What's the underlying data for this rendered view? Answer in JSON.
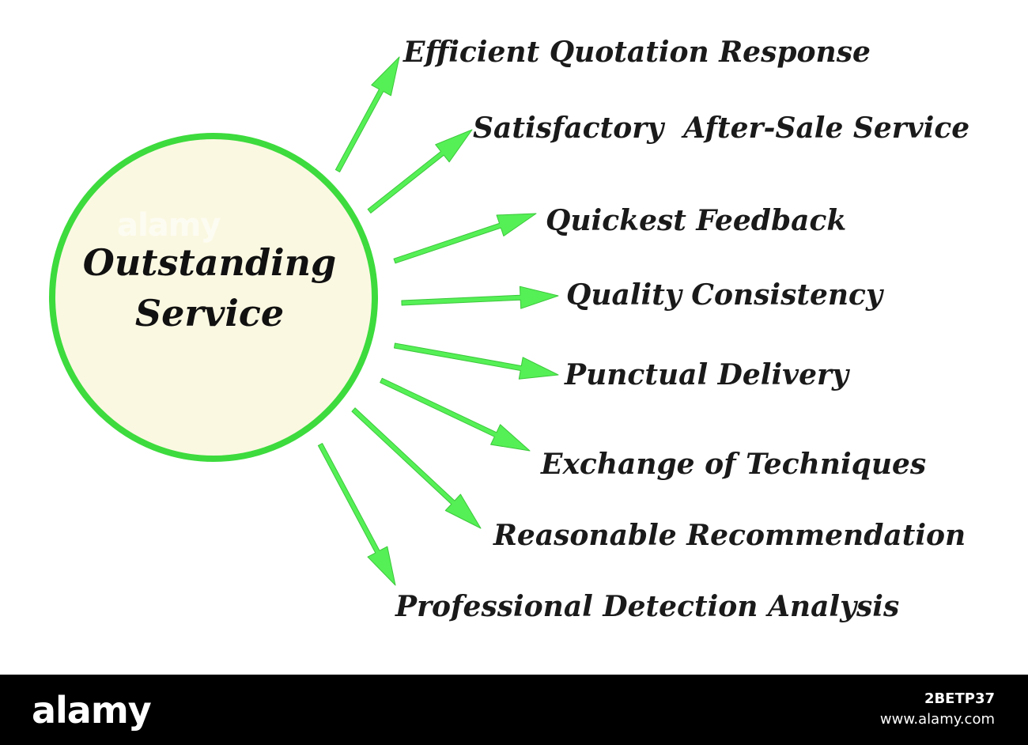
{
  "center": {
    "line1": "Outstanding",
    "line2": "Service"
  },
  "items": [
    "Efficient Quotation Response",
    "Satisfactory  After-Sale Service",
    "Quickest Feedback",
    "Quality Consistency",
    "Punctual Delivery",
    "Exchange of Techniques",
    "Reasonable Recommendation",
    "Professional Detection Analysis"
  ],
  "watermark": "alamy",
  "footer": {
    "logo": "alamy",
    "image_id": "2BETP37",
    "url": "www.alamy.com"
  },
  "colors": {
    "circle_stroke": "#3ddb3d",
    "circle_fill": "#fbf8e2",
    "arrow_fill": "#55f055",
    "arrow_stroke": "#3cc83c",
    "text": "#1a1a1a",
    "footer_bg": "#000000"
  }
}
